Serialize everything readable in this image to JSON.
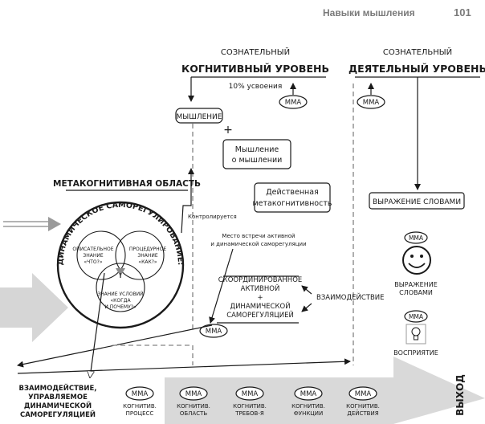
{
  "header": {
    "title": "Навыки мышления",
    "page_number": "101"
  },
  "left_column": {
    "subtitle": "СОЗНАТЕЛЬНЫЙ",
    "title": "КОГНИТИВНЫЙ УРОВЕНЬ",
    "note": "10% усвоения",
    "badge": "MMA"
  },
  "right_column": {
    "subtitle": "СОЗНАТЕЛЬНЫЙ",
    "title": "ДЕЯТЕЛЬНЫЙ УРОВЕНЬ",
    "badge": "MMA"
  },
  "nodes": {
    "thinking": "МЫШЛЕНИЕ",
    "plus": "+",
    "thinking_about": [
      "Мышление",
      "о мышлении"
    ],
    "effective_meta": [
      "Действенная",
      "метакогнитивность"
    ],
    "verbal_expression": "ВЫРАЖЕНИЕ СЛОВАМИ"
  },
  "metacognitive": {
    "title": "МЕТАКОГНИТИВНАЯ ОБЛАСТЬ",
    "arc_text": "ДИНАМИЧЕСКОЕ САМОРЕГУЛИРОВАНИЕ:",
    "controlled": "Контролируется",
    "circle_a": [
      "ОПИСАТЕЛЬНОЕ",
      "ЗНАНИЕ",
      "«ЧТО?»"
    ],
    "circle_b": [
      "ПРОЦЕДУРНОЕ",
      "ЗНАНИЕ",
      "«КАК?»"
    ],
    "circle_c": [
      "ЗНАНИЕ УСЛОВИЙ",
      "«КОГДА",
      "И ПОЧЕМУ?»"
    ]
  },
  "meeting_place": [
    "Место встречи активной",
    "и динамической саморегуляции"
  ],
  "coordinated": {
    "lines": [
      "СКООРДИНИРОВАННОЕ",
      "АКТИВНОЙ",
      "+",
      "ДИНАМИЧЕСКОЙ",
      "САМОРЕГУЛЯЦИЕЙ"
    ],
    "interaction": "ВЗАИМОДЕЙСТВИЕ",
    "badge": "MMA"
  },
  "right_icons": {
    "badge1": "MMA",
    "label1": [
      "ВЫРАЖЕНИЕ",
      "СЛОВАМИ"
    ],
    "badge2": "MMA",
    "label2": "ВОСПРИЯТИЕ"
  },
  "bottom": {
    "left_text": [
      "ВЗАИМОДЕЙСТВИЕ,",
      "УПРАВЛЯЕМОЕ",
      "ДИНАМИЧЕСКОЙ",
      "САМОРЕГУЛЯЦИЕЙ"
    ],
    "exit": "ВЫХОД",
    "items": [
      {
        "badge": "MMA",
        "l1": "КОГНИТИВ.",
        "l2": "ПРОЦЕСС"
      },
      {
        "badge": "MMA",
        "l1": "КОГНИТИВ.",
        "l2": "ОБЛАСТЬ"
      },
      {
        "badge": "MMA",
        "l1": "КОГНИТИВ.",
        "l2": "ТРЕБОВ-Я"
      },
      {
        "badge": "MMA",
        "l1": "КОГНИТИВ.",
        "l2": "ФУНКЦИИ"
      },
      {
        "badge": "MMA",
        "l1": "КОГНИТИВ.",
        "l2": "ДЕЙСТВИЯ"
      }
    ]
  }
}
